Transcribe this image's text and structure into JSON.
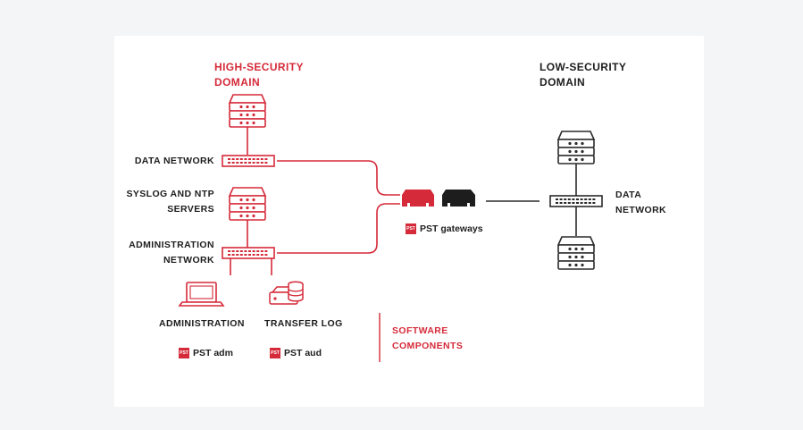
{
  "colors": {
    "accent": "#d52a39",
    "dark": "#1d1d1d",
    "line": "#2a2a2a"
  },
  "high_domain": {
    "title_line1": "HIGH-SECURITY",
    "title_line2": "DOMAIN"
  },
  "low_domain": {
    "title_line1": "LOW-SECURITY",
    "title_line2": "DOMAIN"
  },
  "labels": {
    "data_network_left": "DATA NETWORK",
    "syslog_line1": "SYSLOG AND NTP",
    "syslog_line2": "SERVERS",
    "admin_network_line1": "ADMINISTRATION",
    "admin_network_line2": "NETWORK",
    "administration": "ADMINISTRATION",
    "transfer_log": "TRANSFER LOG",
    "software_line1": "SOFTWARE",
    "software_line2": "COMPONENTS",
    "data_network_right_line1": "DATA",
    "data_network_right_line2": "NETWORK"
  },
  "badges": {
    "logo_text": "PST",
    "gateways": "PST gateways",
    "adm": "PST adm",
    "aud": "PST aud"
  },
  "icons": [
    "server-icon",
    "switch-icon",
    "gateway-icon",
    "laptop-icon",
    "log-storage-icon"
  ]
}
